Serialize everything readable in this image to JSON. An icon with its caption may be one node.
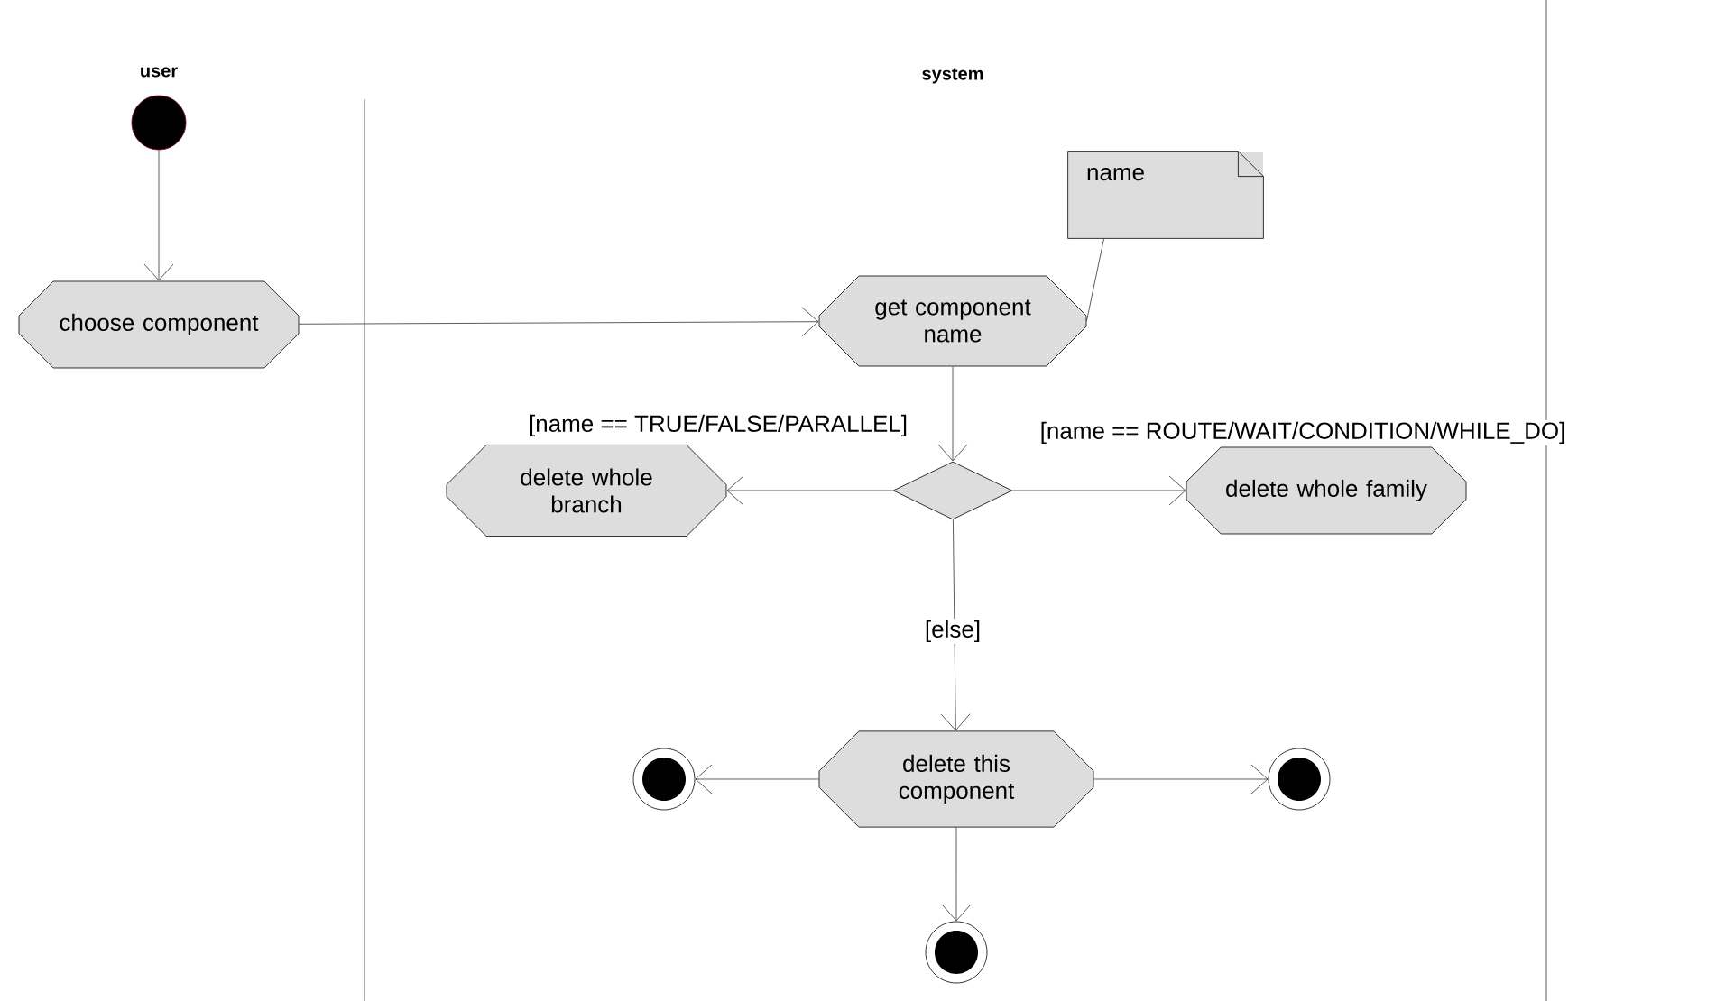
{
  "diagram": {
    "nodes": [
      {
        "text": [],
        "shape": "circle"
      },
      {
        "text": [
          "choose component"
        ]
      },
      {
        "text": [
          "get component name"
        ]
      },
      {
        "text": [
          "name"
        ]
      },
      {
        "text": [],
        "shape": "diamond"
      },
      {
        "text": [
          "delete whole branch"
        ]
      },
      {
        "text": [
          "delete whole family"
        ]
      },
      {
        "text": [
          "delete this component"
        ]
      },
      {
        "text": [],
        "shape": "bullseye"
      },
      {
        "text": [],
        "shape": "bullseye"
      },
      {
        "text": [],
        "shape": "bullseye"
      }
    ],
    "edges": [
      {
        "from": 0,
        "to": 1,
        "arrow": "to"
      },
      {
        "from": 1,
        "to": 2,
        "arrow": "to"
      },
      {
        "from": 2,
        "to": 3,
        "arrow": "none"
      },
      {
        "from": 2,
        "to": 4,
        "arrow": "to"
      },
      {
        "from": 4,
        "to": 5,
        "arrow": "to",
        "label": "[name == TRUE/FALSE/PARALLEL]"
      },
      {
        "from": 4,
        "to": 6,
        "arrow": "to",
        "label": "[name == ROUTE/WAIT/CONDITION/WHILE_DO]"
      },
      {
        "from": 4,
        "to": 7,
        "arrow": "to",
        "label": "[else]"
      },
      {
        "from": 7,
        "to": 8,
        "arrow": "to"
      },
      {
        "from": 7,
        "to": 9,
        "arrow": "to"
      },
      {
        "from": 7,
        "to": 10,
        "arrow": "to"
      }
    ],
    "labels": [
      "user",
      "system"
    ]
  }
}
